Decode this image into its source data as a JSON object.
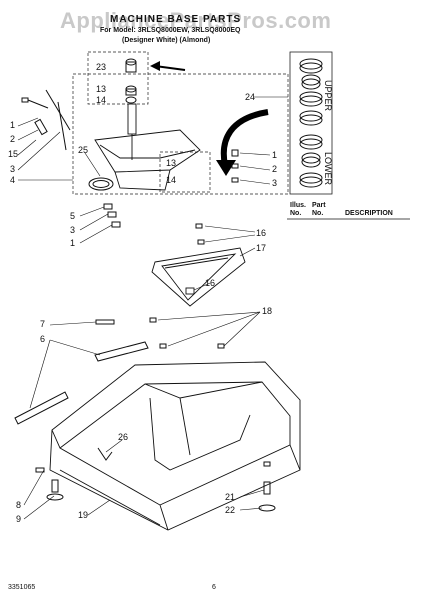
{
  "watermark": "AppliancePartsPros.com",
  "header": {
    "title": "MACHINE BASE PARTS",
    "model_line": "For Model: 3RLSQ8000EW, 3RLSQ8000EQ",
    "variant_line": "(Designer White) (Almond)"
  },
  "columns": {
    "illus_top": "Illus.",
    "illus_bottom": "No.",
    "part_top": "Part",
    "part_bottom": "No.",
    "description": "DESCRIPTION"
  },
  "inset_labels": {
    "upper": "UPPER",
    "lower": "LOWER"
  },
  "callouts": [
    "23",
    "13",
    "14",
    "24",
    "1",
    "2",
    "15",
    "3",
    "25",
    "4",
    "13",
    "14",
    "1",
    "2",
    "3",
    "5",
    "3",
    "1",
    "16",
    "17",
    "16",
    "7",
    "18",
    "6",
    "26",
    "8",
    "9",
    "19",
    "21",
    "22"
  ],
  "footer": {
    "doc_number": "3351065",
    "page": "6"
  }
}
